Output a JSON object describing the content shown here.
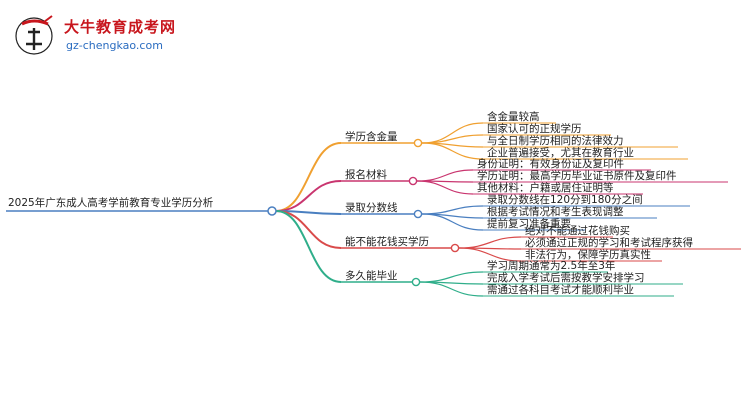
{
  "logo": {
    "title": "大牛教育成考网",
    "url": "gz-chengkao.com",
    "brand_color": "#c8161d",
    "url_color": "#2a6cc0"
  },
  "mindmap": {
    "root": "2025年广东成人高考学前教育专业学历分析",
    "branches": [
      {
        "label": "学历含金量",
        "color": "#f0a030",
        "children": [
          "含金量较高",
          "国家认可的正规学历",
          "与全日制学历相同的法律效力",
          "企业普遍接受，尤其在教育行业"
        ]
      },
      {
        "label": "报名材料",
        "color": "#c9356f",
        "children": [
          "身份证明：有效身份证及复印件",
          "学历证明：最高学历毕业证书原件及复印件",
          "其他材料：户籍或居住证明等"
        ]
      },
      {
        "label": "录取分数线",
        "color": "#4a7fc0",
        "children": [
          "录取分数线在120分到180分之间",
          "根据考试情况和考生表现调整",
          "提前复习准备重要"
        ]
      },
      {
        "label": "能不能花钱买学历",
        "color": "#d94a4a",
        "children": [
          "绝对不能通过花钱购买",
          "必须通过正规的学习和考试程序获得",
          "非法行为，保障学历真实性"
        ]
      },
      {
        "label": "多久能毕业",
        "color": "#2fae8a",
        "children": [
          "学习周期通常为2.5年至3年",
          "完成入学考试后需按教学安排学习",
          "需通过各科目考试才能顺利毕业"
        ]
      }
    ]
  }
}
